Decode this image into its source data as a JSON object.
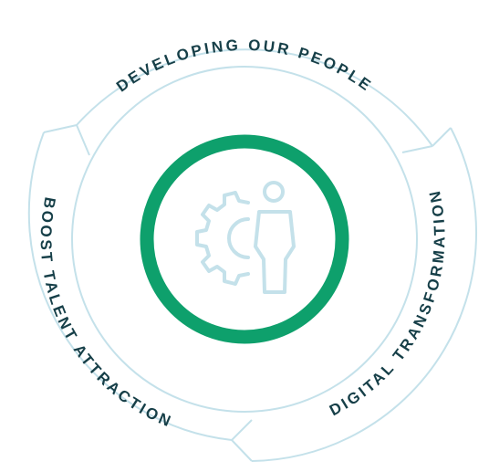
{
  "segments": [
    {
      "label": "DEVELOPING OUR PEOPLE"
    },
    {
      "label": "DIGITAL TRANSFORMATION"
    },
    {
      "label": "BOOST TALENT ATTRACTION"
    }
  ],
  "center_icon": "person-with-gear-icon",
  "colors": {
    "ring_line": "#c4e1ea",
    "label_text": "#163f48",
    "center_ring": "#0ea06c",
    "icon_line": "#c4e1ea",
    "background": "#ffffff"
  }
}
